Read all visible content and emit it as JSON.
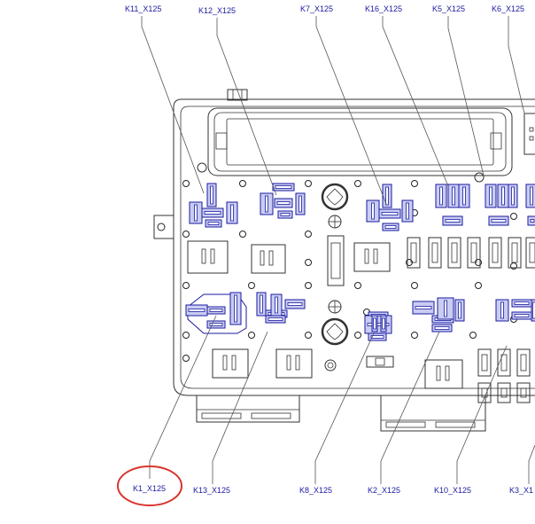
{
  "connectors": [
    {
      "id": "K11",
      "label": "K11_X125"
    },
    {
      "id": "K12",
      "label": "K12_X125"
    },
    {
      "id": "K7",
      "label": "K7_X125"
    },
    {
      "id": "K16",
      "label": "K16_X125"
    },
    {
      "id": "K5",
      "label": "K5_X125"
    },
    {
      "id": "K6",
      "label": "K6_X125"
    },
    {
      "id": "K1",
      "label": "K1_X125"
    },
    {
      "id": "K13",
      "label": "K13_X125"
    },
    {
      "id": "K8",
      "label": "K8_X125"
    },
    {
      "id": "K2",
      "label": "K2_X125"
    },
    {
      "id": "K10",
      "label": "K10_X125"
    },
    {
      "id": "K3",
      "label": "K3_X1"
    }
  ],
  "highlighted": "K1",
  "colors": {
    "highlight": "#d9352c",
    "relay": "#1a1aa0",
    "label": "#1a1aa0"
  }
}
